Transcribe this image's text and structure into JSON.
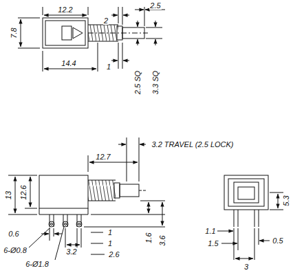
{
  "diagram": {
    "labels": [
      "12.2",
      "2.5",
      "2",
      "7.8",
      "14.4",
      "1",
      "2.5 SQ",
      "3.3 SQ",
      "3.2 TRAVEL (2.5 LOCK)",
      "12.7",
      "13",
      "12.6",
      "0.6",
      "6-Ø0.8",
      "3.2",
      "1",
      "1",
      "2.6",
      "6-Ø1.8",
      "1.6",
      "3.6",
      "5.3",
      "1.1",
      "1.5",
      "0.5",
      "3"
    ]
  }
}
